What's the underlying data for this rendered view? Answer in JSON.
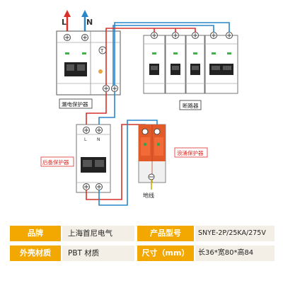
{
  "terminals": {
    "live": "L",
    "neutral": "N"
  },
  "components": {
    "rcd_label": "漏电保护器",
    "rcd_test_symbol": "T",
    "breakers_label": "断路器",
    "backup_label": "后备保护器",
    "backup_terminal_l": "L",
    "backup_terminal_n": "N",
    "spd_label": "浪涌保护器",
    "ground_label": "地线"
  },
  "wire_colors": {
    "live": "#d9302a",
    "neutral": "#2a86c9",
    "ground": "#c8b400"
  },
  "accent_color": "#f2a800",
  "specs": [
    {
      "key": "品牌",
      "value": "上海首尼电气"
    },
    {
      "key": "产品型号",
      "value": "SNYE-2P/25KA/275V"
    },
    {
      "key": "外壳材质",
      "value": "PBT 材质"
    },
    {
      "key": "尺寸（mm）",
      "value": "长36*宽80*高84"
    }
  ]
}
